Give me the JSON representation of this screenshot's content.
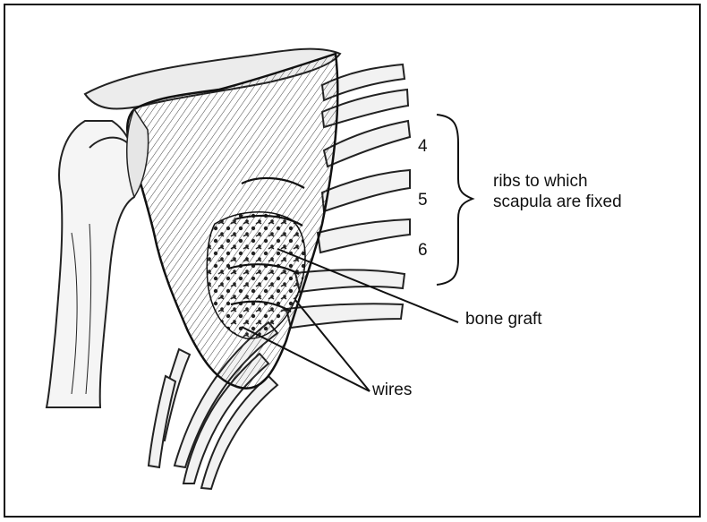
{
  "labels": {
    "rib_4": "4",
    "rib_5": "5",
    "rib_6": "6",
    "ribs_caption_line1": "ribs to which",
    "ribs_caption_line2": "scapula are fixed",
    "bone_graft": "bone graft",
    "wires": "wires"
  },
  "colors": {
    "ink": "#111111",
    "background": "#ffffff"
  }
}
